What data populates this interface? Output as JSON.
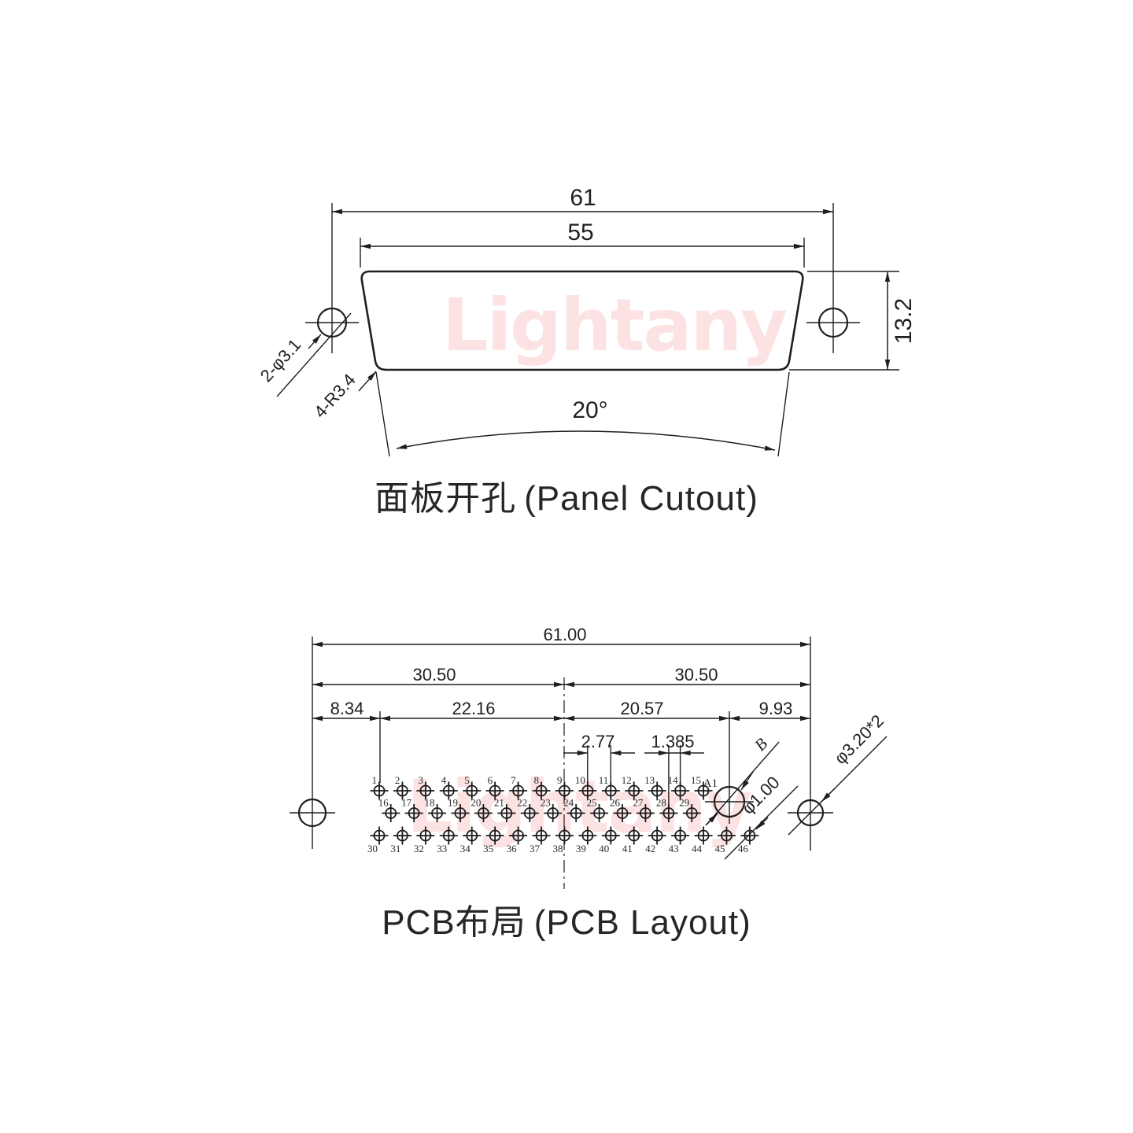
{
  "watermark": {
    "text": "Lightany"
  },
  "panel_cutout": {
    "title_zh": "面板开孔",
    "title_en": "(Panel Cutout)",
    "dim_width_outer": "61",
    "dim_width_inner": "55",
    "dim_height": "13.2",
    "dim_angle": "20°",
    "label_holes": "2-φ3.1",
    "label_corner_radius": "4-R3.4"
  },
  "pcb_layout": {
    "title_zh": "PCB布局",
    "title_en": "(PCB Layout)",
    "dim_total_width": "61.00",
    "dim_left_half": "30.50",
    "dim_right_half": "30.50",
    "dim_hole_to_pin1": "8.34",
    "dim_pin1_to_center": "22.16",
    "dim_center_to_a1": "20.57",
    "dim_a1_to_hole": "9.93",
    "dim_pitch": "2.77",
    "dim_row_offset": "1.385",
    "label_big_pin_leader": "B",
    "label_pin_hole_dia": "φ1.00",
    "label_mount_hole_dia": "φ3.20*2",
    "label_big_pin": "A1",
    "pins": {
      "row1": [
        "1",
        "2",
        "3",
        "4",
        "5",
        "6",
        "7",
        "8",
        "9",
        "10",
        "11",
        "12",
        "13",
        "14",
        "15"
      ],
      "row2": [
        "16",
        "17",
        "18",
        "19",
        "20",
        "21",
        "22",
        "23",
        "24",
        "25",
        "26",
        "27",
        "28",
        "29"
      ],
      "row3": [
        "30",
        "31",
        "32",
        "33",
        "34",
        "35",
        "36",
        "37",
        "38",
        "39",
        "40",
        "41",
        "42",
        "43",
        "44",
        "45",
        "46"
      ]
    }
  }
}
